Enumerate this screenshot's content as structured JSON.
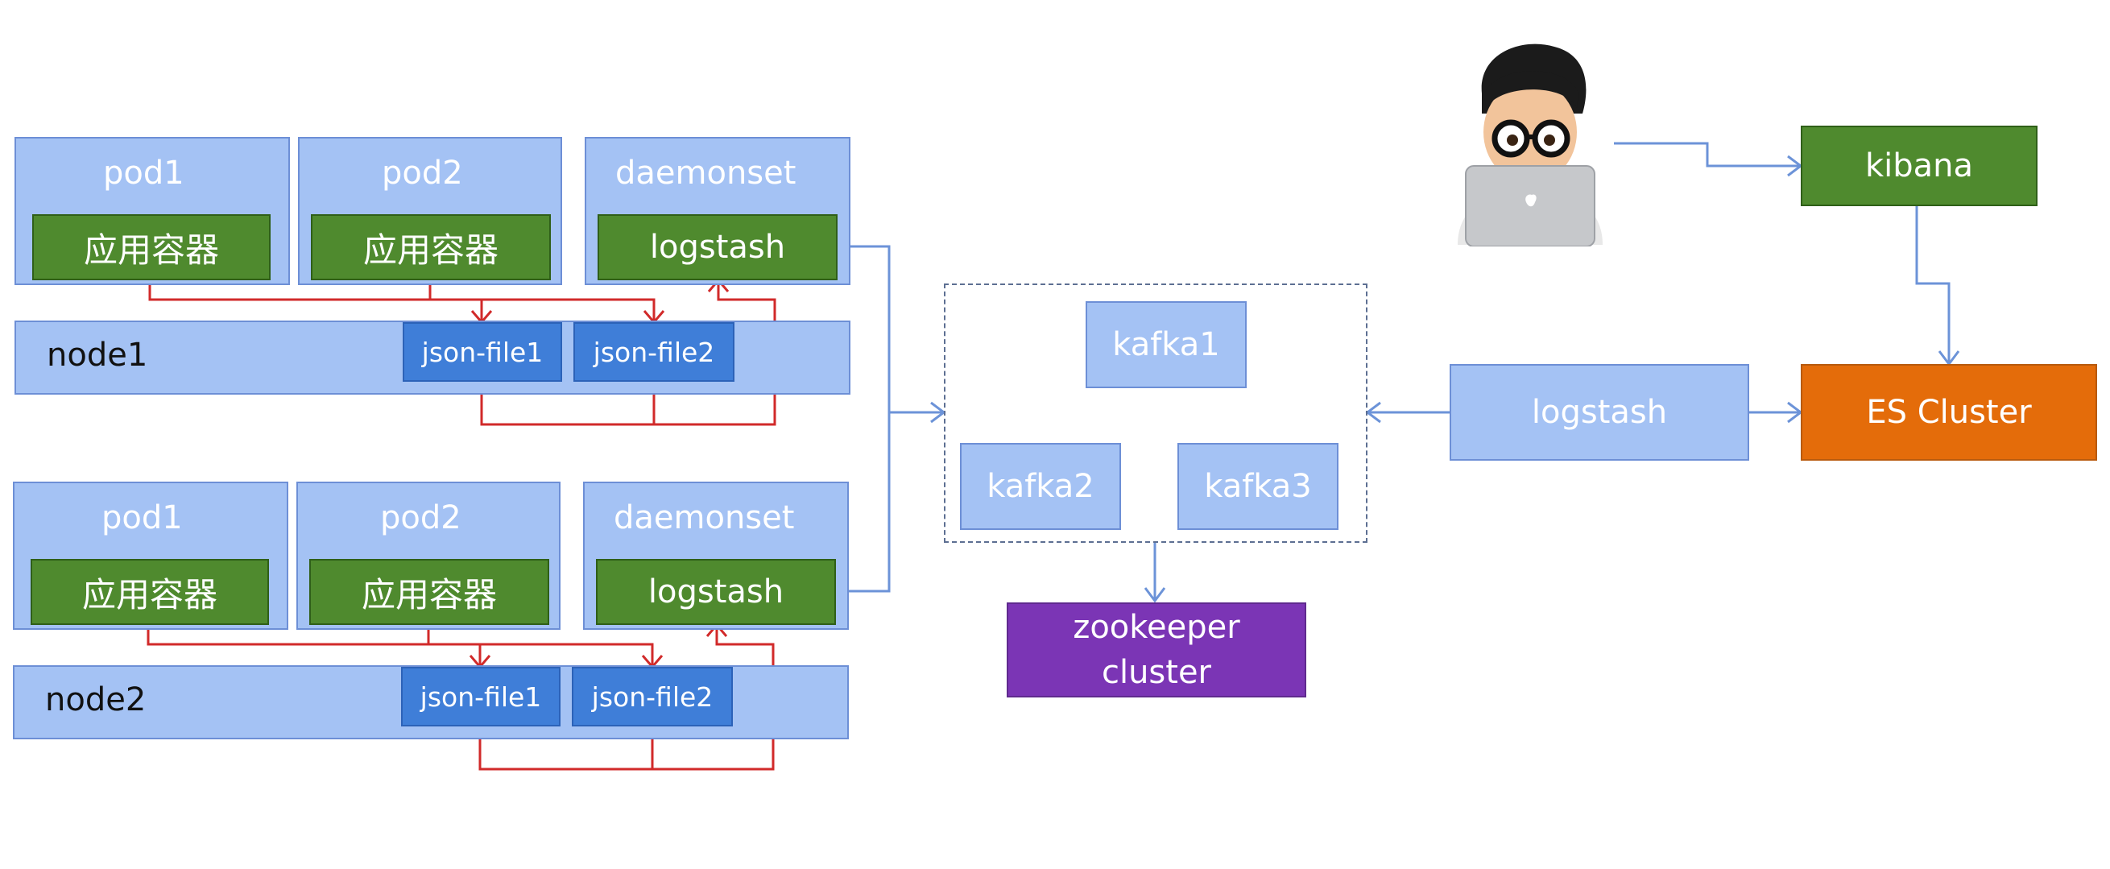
{
  "node1": {
    "label": "node1",
    "pod1": {
      "title": "pod1",
      "container": "应用容器"
    },
    "pod2": {
      "title": "pod2",
      "container": "应用容器"
    },
    "daemonset": {
      "title": "daemonset",
      "agent": "logstash"
    },
    "files": [
      "json-file1",
      "json-file2"
    ]
  },
  "node2": {
    "label": "node2",
    "pod1": {
      "title": "pod1",
      "container": "应用容器"
    },
    "pod2": {
      "title": "pod2",
      "container": "应用容器"
    },
    "daemonset": {
      "title": "daemonset",
      "agent": "logstash"
    },
    "files": [
      "json-file1",
      "json-file2"
    ]
  },
  "kafka": {
    "brokers": [
      "kafka1",
      "kafka2",
      "kafka3"
    ]
  },
  "zookeeper": {
    "line1": "zookeeper",
    "line2": "cluster"
  },
  "consumer": {
    "label": "logstash"
  },
  "es": {
    "label": "ES  Cluster"
  },
  "kibana": {
    "label": "kibana"
  },
  "user": {
    "icon": "user-laptop-icon"
  },
  "colors": {
    "node_fill": "#a4c2f4",
    "container_fill": "#4f8a2e",
    "file_fill": "#3f7ed8",
    "zookeeper_fill": "#7b35b5",
    "es_fill": "#e46c0a",
    "red_wire": "#d12a2a",
    "blue_wire": "#6c93d8"
  }
}
